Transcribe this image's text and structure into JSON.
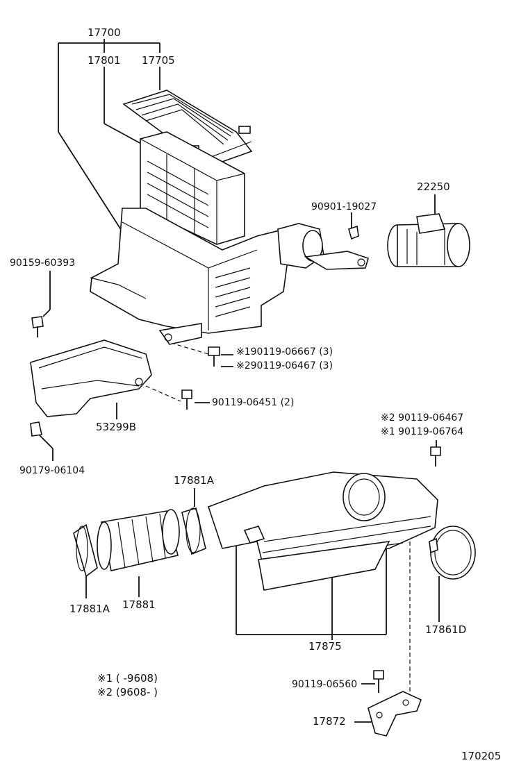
{
  "labels": {
    "p17700": "17700",
    "p17801": "17801",
    "p17705": "17705",
    "p22250": "22250",
    "p90901_19027": "90901-19027",
    "p90159_60393": "90159-60393",
    "p90119_06667": "※190119-06667 (3)",
    "p90119_06467a": "※290119-06467 (3)",
    "p90119_06451": "90119-06451 (2)",
    "p53299B": "53299B",
    "p90179_06104": "90179-06104",
    "p90119_06467b": "※2 90119-06467",
    "p90119_06764": "※1 90119-06764",
    "p17881A_top": "17881A",
    "p17881A_bot": "17881A",
    "p17881": "17881",
    "p17875": "17875",
    "p17861D": "17861D",
    "p90119_06560": "90119-06560",
    "p17872": "17872",
    "note1": "※1 (        -9608)",
    "note2": "※2 (9608-        )",
    "diagram_no": "170205"
  }
}
